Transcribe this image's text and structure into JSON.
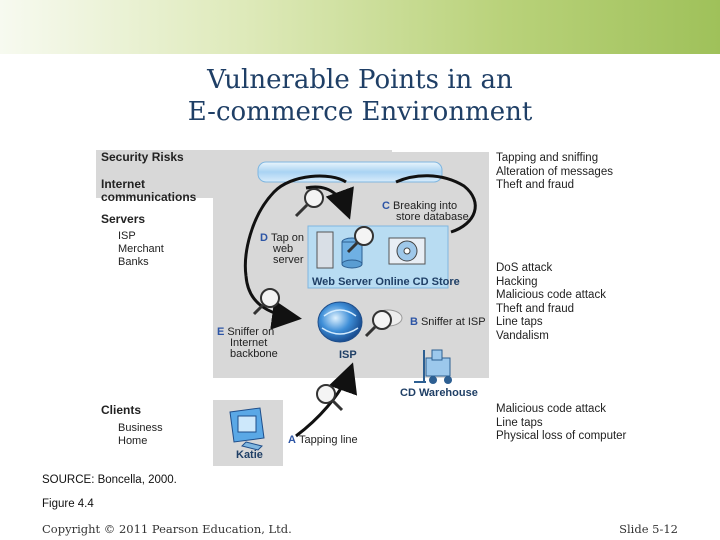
{
  "slide": {
    "title_line1": "Vulnerable Points in an",
    "title_line2": "E-commerce Environment",
    "source": "SOURCE: Boncella, 2000.",
    "figure": "Figure 4.4",
    "copyright": "Copyright © 2011 Pearson Education, Ltd.",
    "slide_number": "Slide 5-12"
  },
  "diagram": {
    "left_labels": {
      "security_risks": "Security Risks",
      "internet_line1": "Internet",
      "internet_line2": "communications",
      "servers": "Servers",
      "server_isp": "ISP",
      "server_merchant": "Merchant",
      "server_banks": "Banks",
      "clients": "Clients",
      "client_business": "Business",
      "client_home": "Home"
    },
    "points": {
      "a_letter": "A",
      "a_label": "Tapping line",
      "b_letter": "B",
      "b_label": "Sniffer at ISP",
      "c_letter": "C",
      "c_line1": "Breaking into",
      "c_line2": "store database",
      "d_letter": "D",
      "d_line1": "Tap on",
      "d_line2": "web",
      "d_line3": "server",
      "e_letter": "E",
      "e_line1": "Sniffer on",
      "e_line2": "Internet",
      "e_line3": "backbone"
    },
    "nodes": {
      "web_server": "Web Server Online CD Store",
      "isp": "ISP",
      "cd_warehouse": "CD Warehouse",
      "client": "Katie"
    },
    "risks": {
      "internet": [
        "Tapping and sniffing",
        "Alteration of messages",
        "Theft and fraud"
      ],
      "servers": [
        "DoS attack",
        "Hacking",
        "Malicious code attack",
        "Theft and fraud",
        "Line taps",
        "Vandalism"
      ],
      "clients": [
        "Malicious code attack",
        "Line taps",
        "Physical loss of computer"
      ]
    },
    "colors": {
      "panel": "#d8d8d8",
      "server_box": "#b8dcf2",
      "pipe": "#b9dcf5",
      "arrow": "#111111",
      "letter": "#2d55a5"
    }
  }
}
